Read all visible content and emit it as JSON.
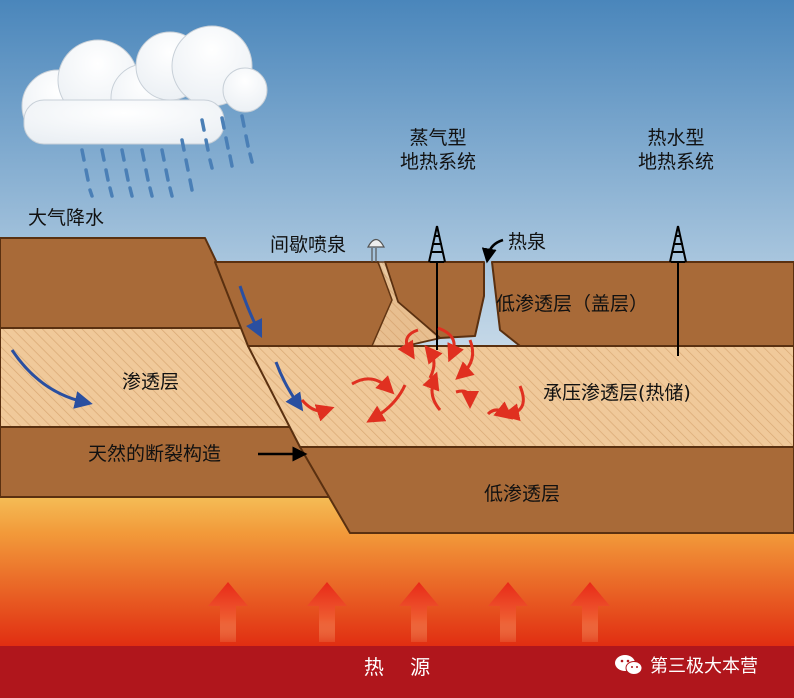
{
  "labels": {
    "precipitation": "大气降水",
    "steam_system_line1": "蒸气型",
    "steam_system_line2": "地热系统",
    "hotwater_system_line1": "热水型",
    "hotwater_system_line2": "地热系统",
    "geyser": "间歇喷泉",
    "hot_spring": "热泉",
    "cap_layer": "低渗透层（盖层）",
    "permeable_layer": "渗透层",
    "confined_reservoir": "承压渗透层(热储)",
    "fault": "天然的断裂构造",
    "low_perm_layer": "低渗透层",
    "heat_source": "热 　源",
    "watermark": "第三极大本营"
  },
  "colors": {
    "sky_top": "#4a86bb",
    "sky_bottom": "#f2f5f7",
    "impermeable_rock": "#a86a38",
    "rock_outline": "#5a3010",
    "permeable_rock": "#f0c99a",
    "magma_top": "#f6d66a",
    "magma_bottom": "#e02a10",
    "heat_band": "#b0161c",
    "water_arrow": "#2a4fa0",
    "heat_arrow": "#e03020"
  },
  "icons": [
    "cloud-icon",
    "rain-icon",
    "drill-rig-icon",
    "geyser-icon",
    "heat-arrow-icon",
    "wechat-icon"
  ]
}
